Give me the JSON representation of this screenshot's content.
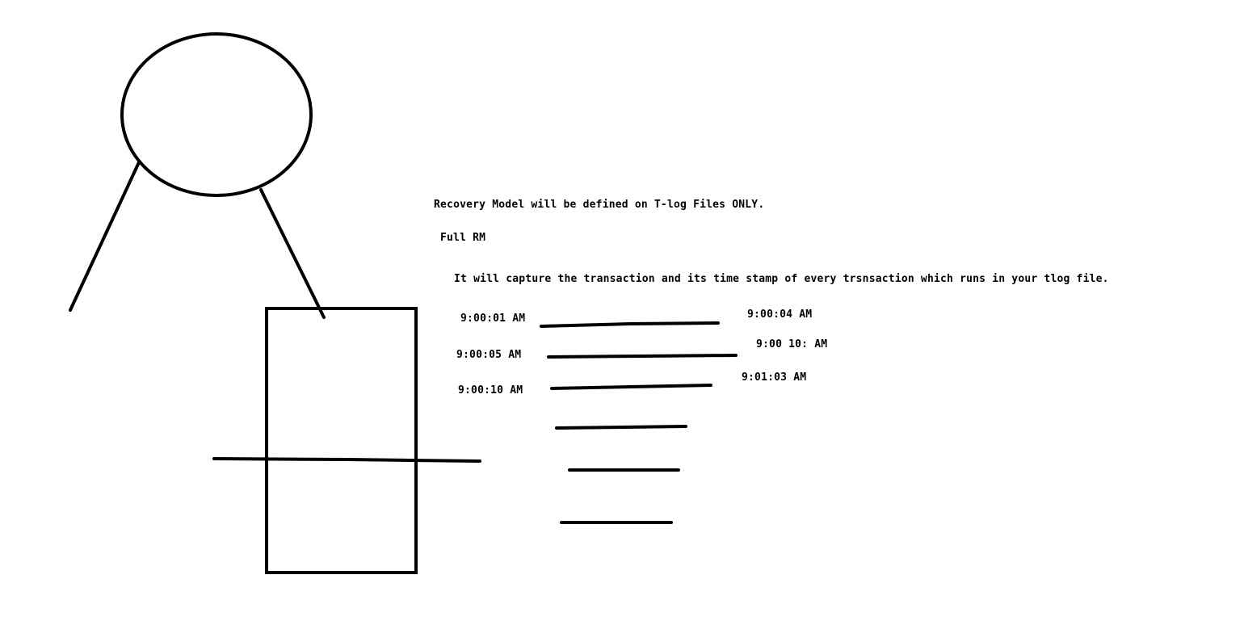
{
  "texts": {
    "heading": "Recovery Model will be defined on T-log Files ONLY.",
    "model": "Full RM",
    "description": "It will capture the transaction and its time stamp of every trsnsaction which runs in your tlog file."
  },
  "transactions": [
    {
      "start": "9:00:01 AM",
      "end": "9:00:04 AM"
    },
    {
      "start": "9:00:05 AM",
      "end": "9:00 10: AM"
    },
    {
      "start": "9:00:10 AM",
      "end": "9:01:03 AM"
    }
  ],
  "colors": {
    "stroke": "#000000",
    "background": "#ffffff"
  }
}
